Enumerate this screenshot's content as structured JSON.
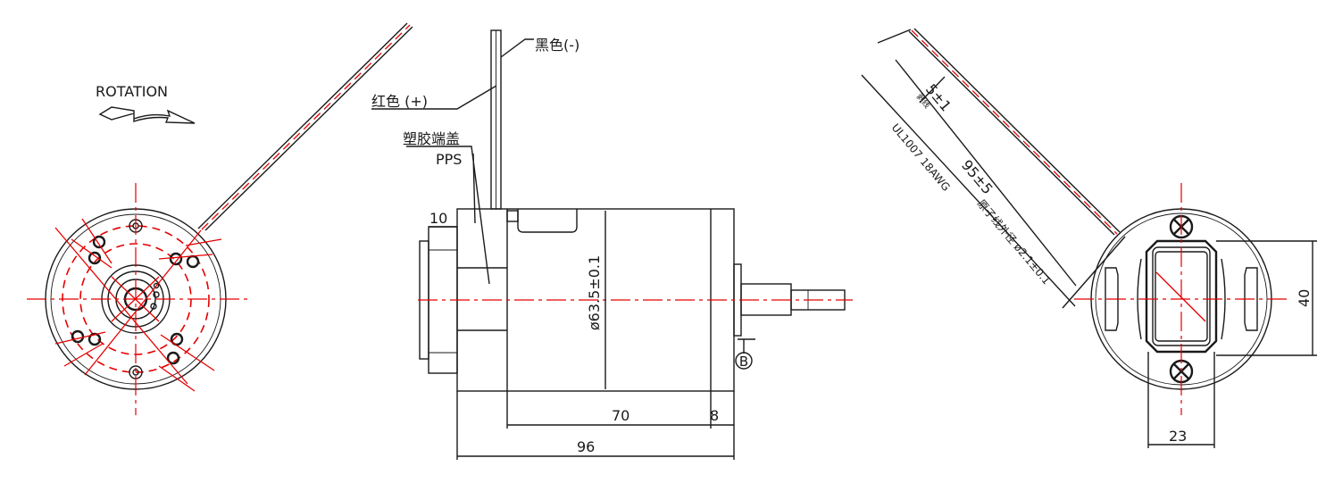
{
  "labels": {
    "rotation": "ROTATION",
    "black_wire": "黑色(-)",
    "red_wire": "红色 (+)",
    "end_cap": "塑胶端盖",
    "end_cap_material": "PPS",
    "datum": "B",
    "strip_note": "剥线",
    "wire_spec": "UL1007 18AWG",
    "wire_od": "原子线外径 ø2.1±0.1"
  },
  "dimensions": {
    "cap_width": "10",
    "diameter": "ø63.5±0.1",
    "body_length": "70",
    "flange": "8",
    "overall_length": "96",
    "strip_length": "5±1",
    "lead_length": "95±5",
    "height": "40",
    "width": "23"
  },
  "colors": {
    "outline": "#1a1a1a",
    "centerline": "#e60000",
    "background": "#ffffff"
  }
}
